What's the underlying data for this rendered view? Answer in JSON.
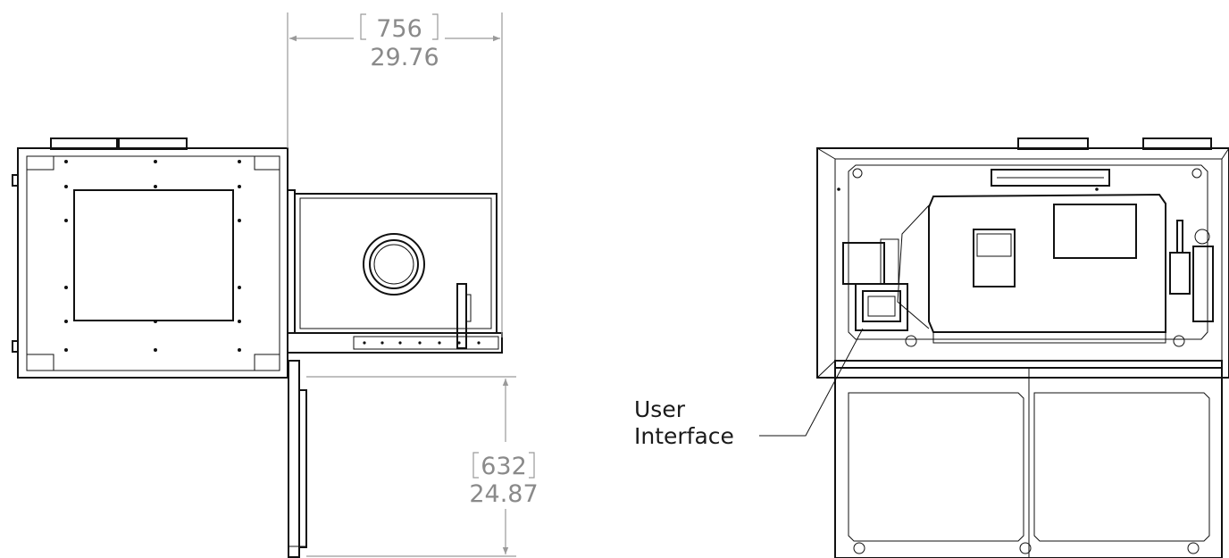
{
  "dimensions": {
    "width": {
      "metric": "756",
      "imperial": "29.76"
    },
    "depth": {
      "metric": "632",
      "imperial": "24.87"
    }
  },
  "callout": {
    "line1": "User",
    "line2": "Interface"
  },
  "colors": {
    "line": "#111111",
    "dimension": "#8a8a8a",
    "background": "#ffffff"
  }
}
